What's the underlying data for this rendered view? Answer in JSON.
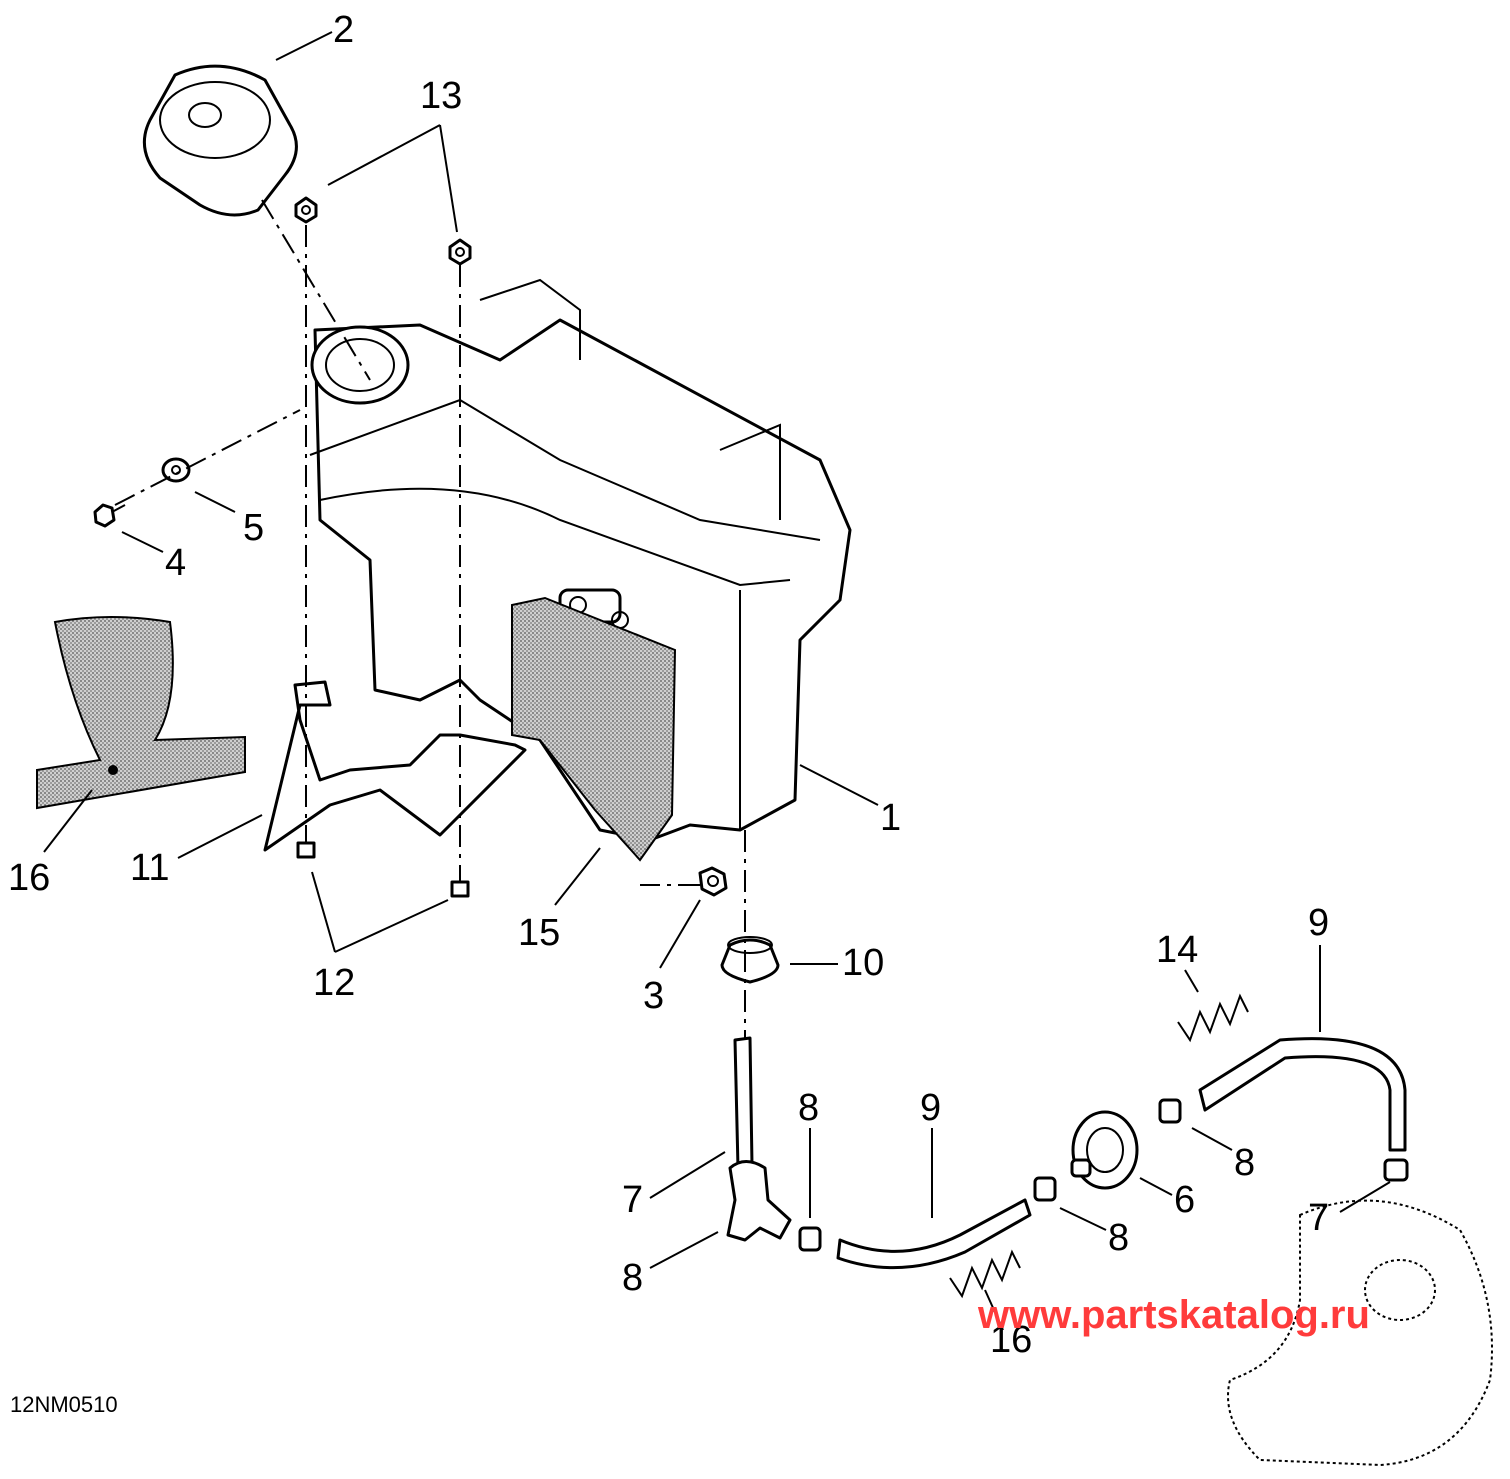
{
  "diagram_ref": "12NM0510",
  "watermark": "www.partskatalog.ru",
  "callouts": [
    {
      "id": "c1",
      "label": "1"
    },
    {
      "id": "c2",
      "label": "2"
    },
    {
      "id": "c3",
      "label": "3"
    },
    {
      "id": "c4",
      "label": "4"
    },
    {
      "id": "c5",
      "label": "5"
    },
    {
      "id": "c6",
      "label": "6"
    },
    {
      "id": "c7a",
      "label": "7"
    },
    {
      "id": "c7b",
      "label": "7"
    },
    {
      "id": "c8a",
      "label": "8"
    },
    {
      "id": "c8b",
      "label": "8"
    },
    {
      "id": "c8c",
      "label": "8"
    },
    {
      "id": "c8d",
      "label": "8"
    },
    {
      "id": "c9a",
      "label": "9"
    },
    {
      "id": "c9b",
      "label": "9"
    },
    {
      "id": "c10",
      "label": "10"
    },
    {
      "id": "c11",
      "label": "11"
    },
    {
      "id": "c12",
      "label": "12"
    },
    {
      "id": "c13",
      "label": "13"
    },
    {
      "id": "c14",
      "label": "14"
    },
    {
      "id": "c15",
      "label": "15"
    },
    {
      "id": "c16a",
      "label": "16"
    },
    {
      "id": "c16b",
      "label": "16"
    }
  ]
}
